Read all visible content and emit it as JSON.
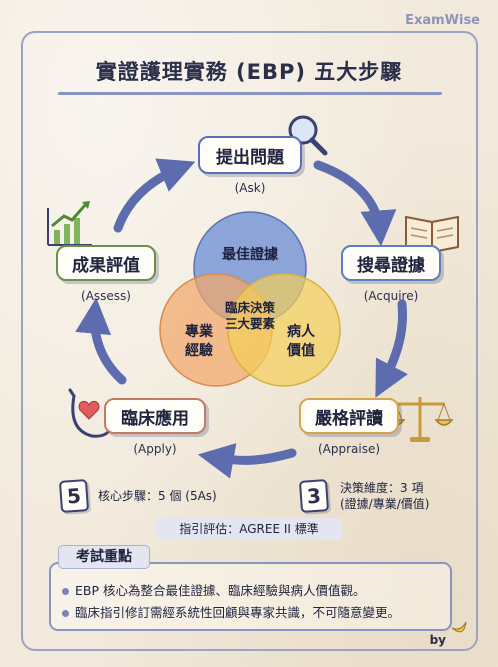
{
  "brand": "ExamWise",
  "title": "實證護理實務 (EBP) 五大步驟",
  "steps": {
    "ask": {
      "label": "提出問題",
      "sub": "(Ask)"
    },
    "acquire": {
      "label": "搜尋證據",
      "sub": "(Acquire)"
    },
    "appraise": {
      "label": "嚴格評讀",
      "sub": "(Appraise)"
    },
    "apply": {
      "label": "臨床應用",
      "sub": "(Apply)"
    },
    "assess": {
      "label": "成果評值",
      "sub": "(Assess)"
    }
  },
  "venn": {
    "top": "最佳證據",
    "left_line1": "專業",
    "left_line2": "經驗",
    "right_line1": "病人",
    "right_line2": "價值",
    "center_line1": "臨床決策",
    "center_line2": "三大要素",
    "colors": {
      "top": "#6f8fd6",
      "left": "#f2a76a",
      "right": "#f3cf58"
    }
  },
  "stats": {
    "left_number": "5",
    "left_text": "核心步驟：5 個 (5As)",
    "right_number": "3",
    "right_text_line1": "決策維度：3 項",
    "right_text_line2": "(證據/專業/價值)"
  },
  "guide": "指引評估：AGREE II 標準",
  "exam": {
    "heading": "考試重點",
    "items": [
      "EBP 核心為整合最佳證據、臨床經驗與病人價值觀。",
      "臨床指引修訂需經系統性回顧與專家共識，不可隨意變更。"
    ]
  },
  "byline": "by",
  "icons": {
    "ask": "magnifier-icon",
    "acquire": "open-book-icon",
    "appraise": "balance-scale-icon",
    "apply": "stethoscope-heart-icon",
    "assess": "growth-chart-icon",
    "byline": "banana-icon"
  }
}
